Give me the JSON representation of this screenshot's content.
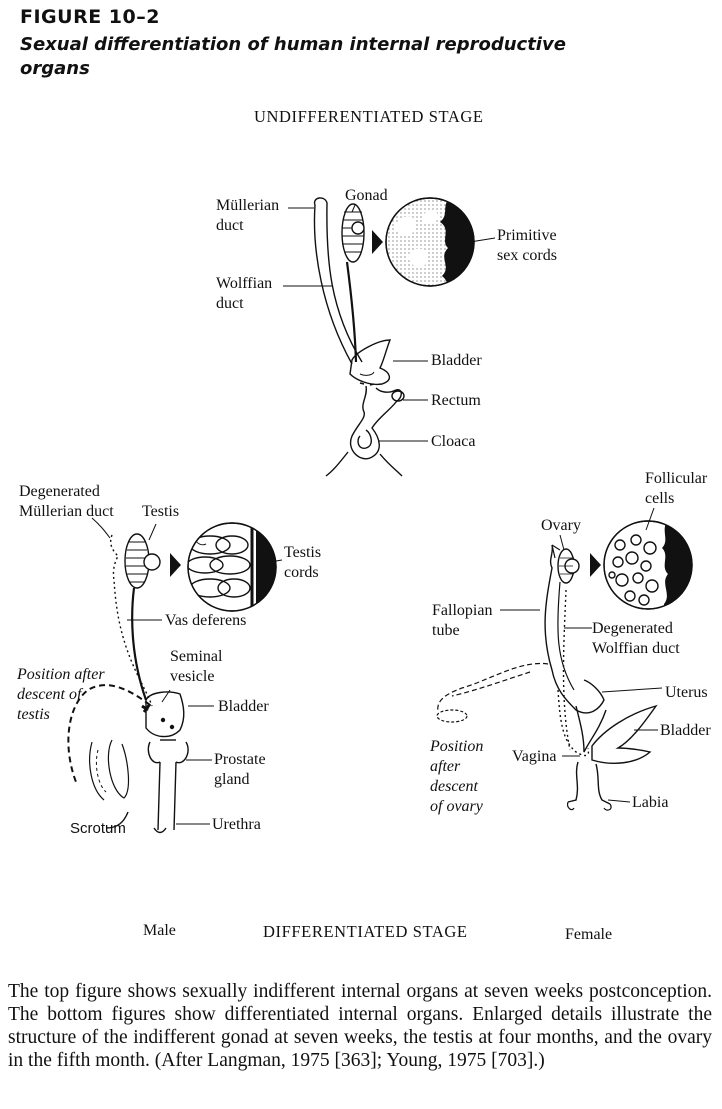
{
  "figure": {
    "number": "FIGURE 10–2",
    "title": "Sexual differentiation of human internal reproductive organs"
  },
  "top": {
    "stage_label": "UNDIFFERENTIATED STAGE",
    "labels": {
      "mullerian": "Müllerian duct",
      "gonad": "Gonad",
      "primitive": "Primitive sex cords",
      "wolffian": "Wolffian duct",
      "bladder": "Bladder",
      "rectum": "Rectum",
      "cloaca": "Cloaca"
    }
  },
  "male": {
    "label": "Male",
    "labels": {
      "degenerated_mullerian": "Degenerated Müllerian duct",
      "testis": "Testis",
      "testis_cords": "Testis cords",
      "vas_deferens": "Vas deferens",
      "seminal_vesicle": "Seminal vesicle",
      "position_after_descent": "Position after descent of testis",
      "bladder": "Bladder",
      "prostate": "Prostate gland",
      "scrotum": "Scrotum",
      "urethra": "Urethra"
    }
  },
  "female": {
    "label": "Female",
    "labels": {
      "follicular": "Follicular cells",
      "ovary": "Ovary",
      "fallopian": "Fallopian tube",
      "degenerated_wolffian": "Degenerated Wolffian duct",
      "uterus": "Uterus",
      "bladder": "Bladder",
      "position_after_descent": "Position after descent of ovary",
      "vagina": "Vagina",
      "labia": "Labia"
    }
  },
  "bottom_stage_label": "DIFFERENTIATED STAGE",
  "caption": "The top figure shows sexually indifferent internal organs at seven weeks postconception. The bottom figures show differentiated internal organs. Enlarged details illustrate the structure of the indifferent gonad at seven weeks, the testis at four months, and the ovary in the fifth month. (After Langman, 1975 [363]; Young, 1975 [703].)"
}
